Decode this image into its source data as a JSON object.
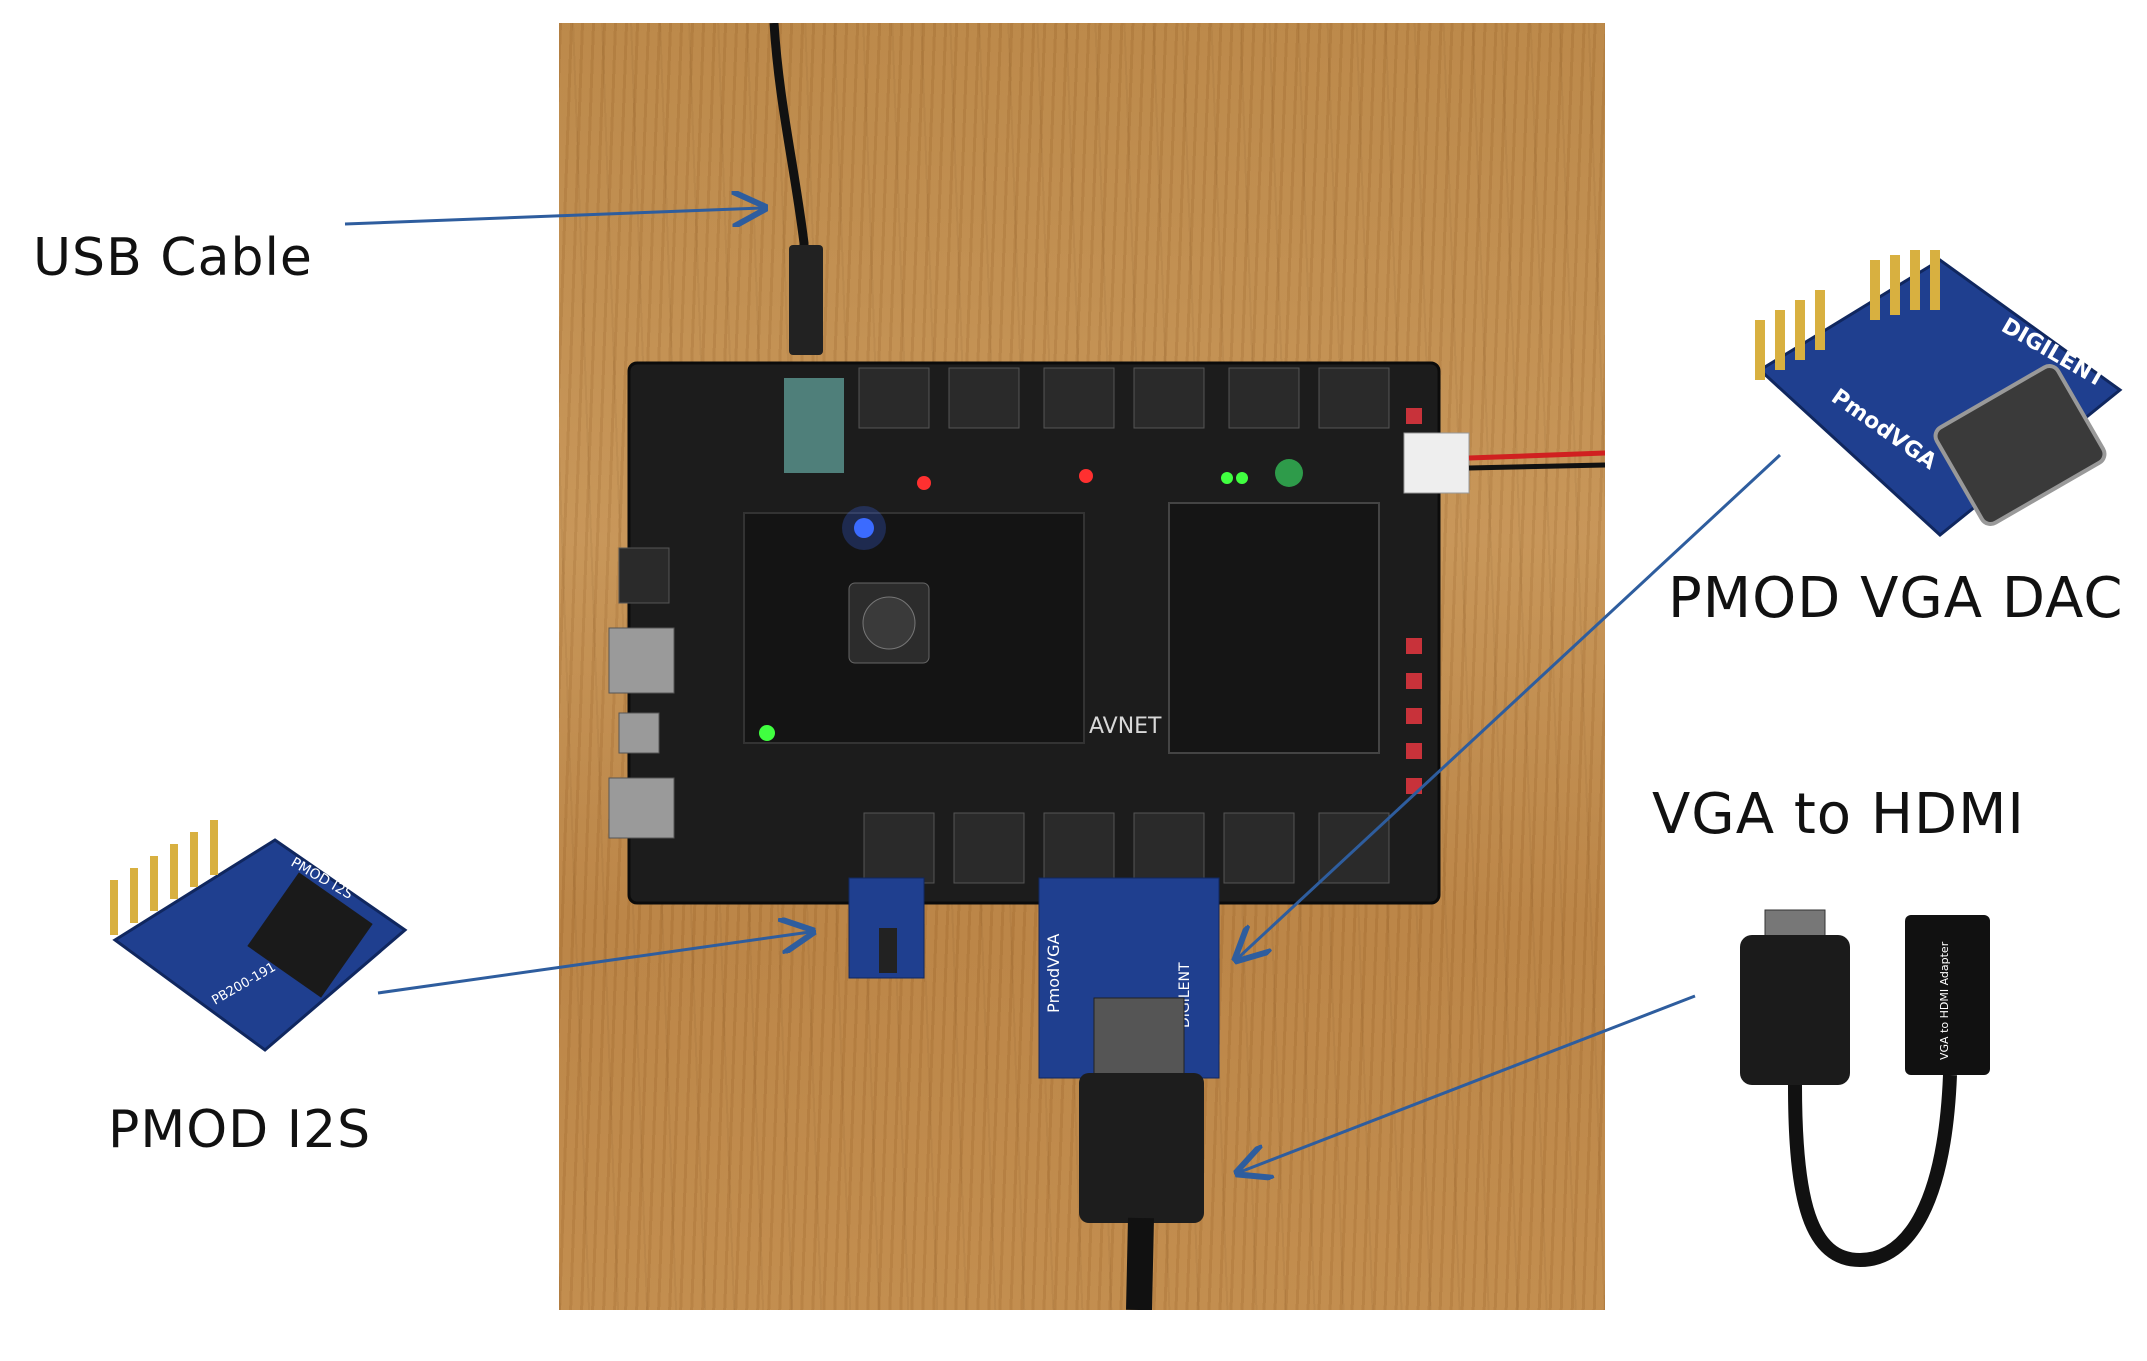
{
  "labels": {
    "usb_cable": "USB Cable",
    "pmod_vga_dac": "PMOD VGA DAC",
    "vga_to_hdmi": "VGA to HDMI",
    "pmod_i2s": "PMOD I2S"
  },
  "board": {
    "brand": "AVNET",
    "pmod_vga_brand": "DIGILENT",
    "pmod_vga_name": "PmodVGA",
    "i2s_name": "PMOD I2S",
    "i2s_part": "PB200-191",
    "adapter_text": "VGA to HDMI Adapter"
  },
  "colors": {
    "arrow": "#2e5d9e",
    "board": "#1c1c1c",
    "pmod_blue": "#1f3f8f",
    "wood": "#c08a4b"
  }
}
